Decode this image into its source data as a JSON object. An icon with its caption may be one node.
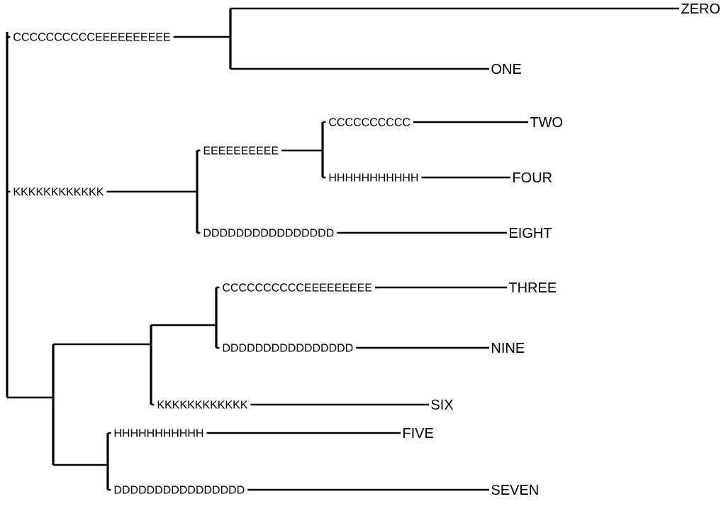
{
  "diagram": {
    "nodes": [
      {
        "text": [],
        "shape": "bar"
      },
      {
        "text": [],
        "shape": "bar"
      },
      {
        "text": [
          "ZERO"
        ]
      },
      {
        "text": [
          "ONE"
        ]
      },
      {
        "text": [],
        "shape": "bar"
      },
      {
        "text": [],
        "shape": "bar"
      },
      {
        "text": [
          "TWO"
        ]
      },
      {
        "text": [
          "FOUR"
        ]
      },
      {
        "text": [
          "EIGHT"
        ]
      },
      {
        "text": [],
        "shape": "bar"
      },
      {
        "text": [],
        "shape": "bar"
      },
      {
        "text": [],
        "shape": "bar"
      },
      {
        "text": [
          "THREE"
        ]
      },
      {
        "text": [
          "NINE"
        ]
      },
      {
        "text": [
          "SIX"
        ]
      },
      {
        "text": [],
        "shape": "bar"
      },
      {
        "text": [
          "FIVE"
        ]
      },
      {
        "text": [
          "SEVEN"
        ]
      }
    ],
    "edges": [
      {
        "from": 0,
        "to": 1,
        "arrow": "none",
        "label": "CCCCCCCCCCEEEEEEEEEE"
      },
      {
        "from": 1,
        "to": 2,
        "arrow": "none"
      },
      {
        "from": 1,
        "to": 3,
        "arrow": "none"
      },
      {
        "from": 0,
        "to": 4,
        "arrow": "none",
        "label": "KKKKKKKKKKKK"
      },
      {
        "from": 4,
        "to": 5,
        "arrow": "none",
        "label": "EEEEEEEEEE"
      },
      {
        "from": 5,
        "to": 6,
        "arrow": "none",
        "label": "CCCCCCCCCC"
      },
      {
        "from": 5,
        "to": 7,
        "arrow": "none",
        "label": "HHHHHHHHHHH"
      },
      {
        "from": 4,
        "to": 8,
        "arrow": "none",
        "label": "DDDDDDDDDDDDDDDD"
      },
      {
        "from": 0,
        "to": 9,
        "arrow": "none"
      },
      {
        "from": 9,
        "to": 10,
        "arrow": "none"
      },
      {
        "from": 10,
        "to": 11,
        "arrow": "none"
      },
      {
        "from": 11,
        "to": 12,
        "arrow": "none",
        "label": "CCCCCCCCCCEEEEEEEEE"
      },
      {
        "from": 11,
        "to": 13,
        "arrow": "none",
        "label": "DDDDDDDDDDDDDDDD"
      },
      {
        "from": 10,
        "to": 14,
        "arrow": "none",
        "label": "KKKKKKKKKKKK"
      },
      {
        "from": 9,
        "to": 15,
        "arrow": "none"
      },
      {
        "from": 15,
        "to": 16,
        "arrow": "none",
        "label": "HHHHHHHHHHH"
      },
      {
        "from": 15,
        "to": 17,
        "arrow": "none",
        "label": "DDDDDDDDDDDDDDDD"
      }
    ]
  }
}
